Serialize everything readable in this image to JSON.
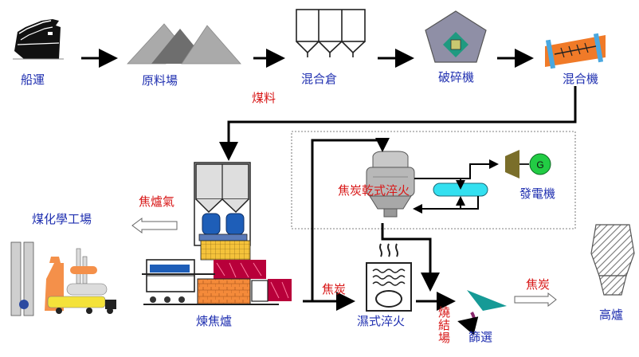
{
  "process": {
    "steps": [
      {
        "label": "船運"
      },
      {
        "label": "原料場"
      },
      {
        "label": "混合倉"
      },
      {
        "label": "破碎機"
      },
      {
        "label": "混合機"
      }
    ],
    "coal_flow_label": "煤料",
    "coke_oven_label": "煉焦爐",
    "coke_oven_gas_label": "焦爐氣",
    "chemical_plant_label": "煤化學工場",
    "cdq_label": "焦炭乾式淬火",
    "generator_label": "發電機",
    "generator_symbol": "G",
    "coke_label_1": "焦炭",
    "coke_label_2": "焦炭",
    "wet_quench_label": "濕式淬火",
    "sintering_label": "燒結場",
    "screening_label": "篩選",
    "blast_furnace_label": "高爐"
  },
  "colors": {
    "blue_text": "#1f2fb0",
    "red_text": "#d81818",
    "arrow": "#000000",
    "hill_gray": "#aaaaaa",
    "hill_dark": "#6e6e6e",
    "crusher_gray": "#8f8fa6",
    "crusher_green": "#1f9a80",
    "mixer_orange": "#f07a28",
    "mixer_blue": "#4aa8e0",
    "oven_brick": "#f48a3a",
    "oven_magenta": "#b8003a",
    "tank_blue": "#1e5eb8",
    "cdq_gray": "#b8b8b8",
    "cyan_pipe": "#33e0f0",
    "generator_olive": "#7a6e2a",
    "generator_green": "#22cc44",
    "screen_teal": "#169a96",
    "screen_purple": "#8a2a6e",
    "furnace_hatch": "#777777"
  },
  "icons": [
    "ship-icon",
    "raw-material-yard-icon",
    "mixing-silo-icon",
    "crusher-icon",
    "mixer-icon",
    "coke-oven-icon",
    "chemical-plant-icon",
    "cdq-tower-icon",
    "heat-exchanger-icon",
    "generator-icon",
    "wet-quench-tower-icon",
    "screen-icon",
    "blast-furnace-icon"
  ]
}
